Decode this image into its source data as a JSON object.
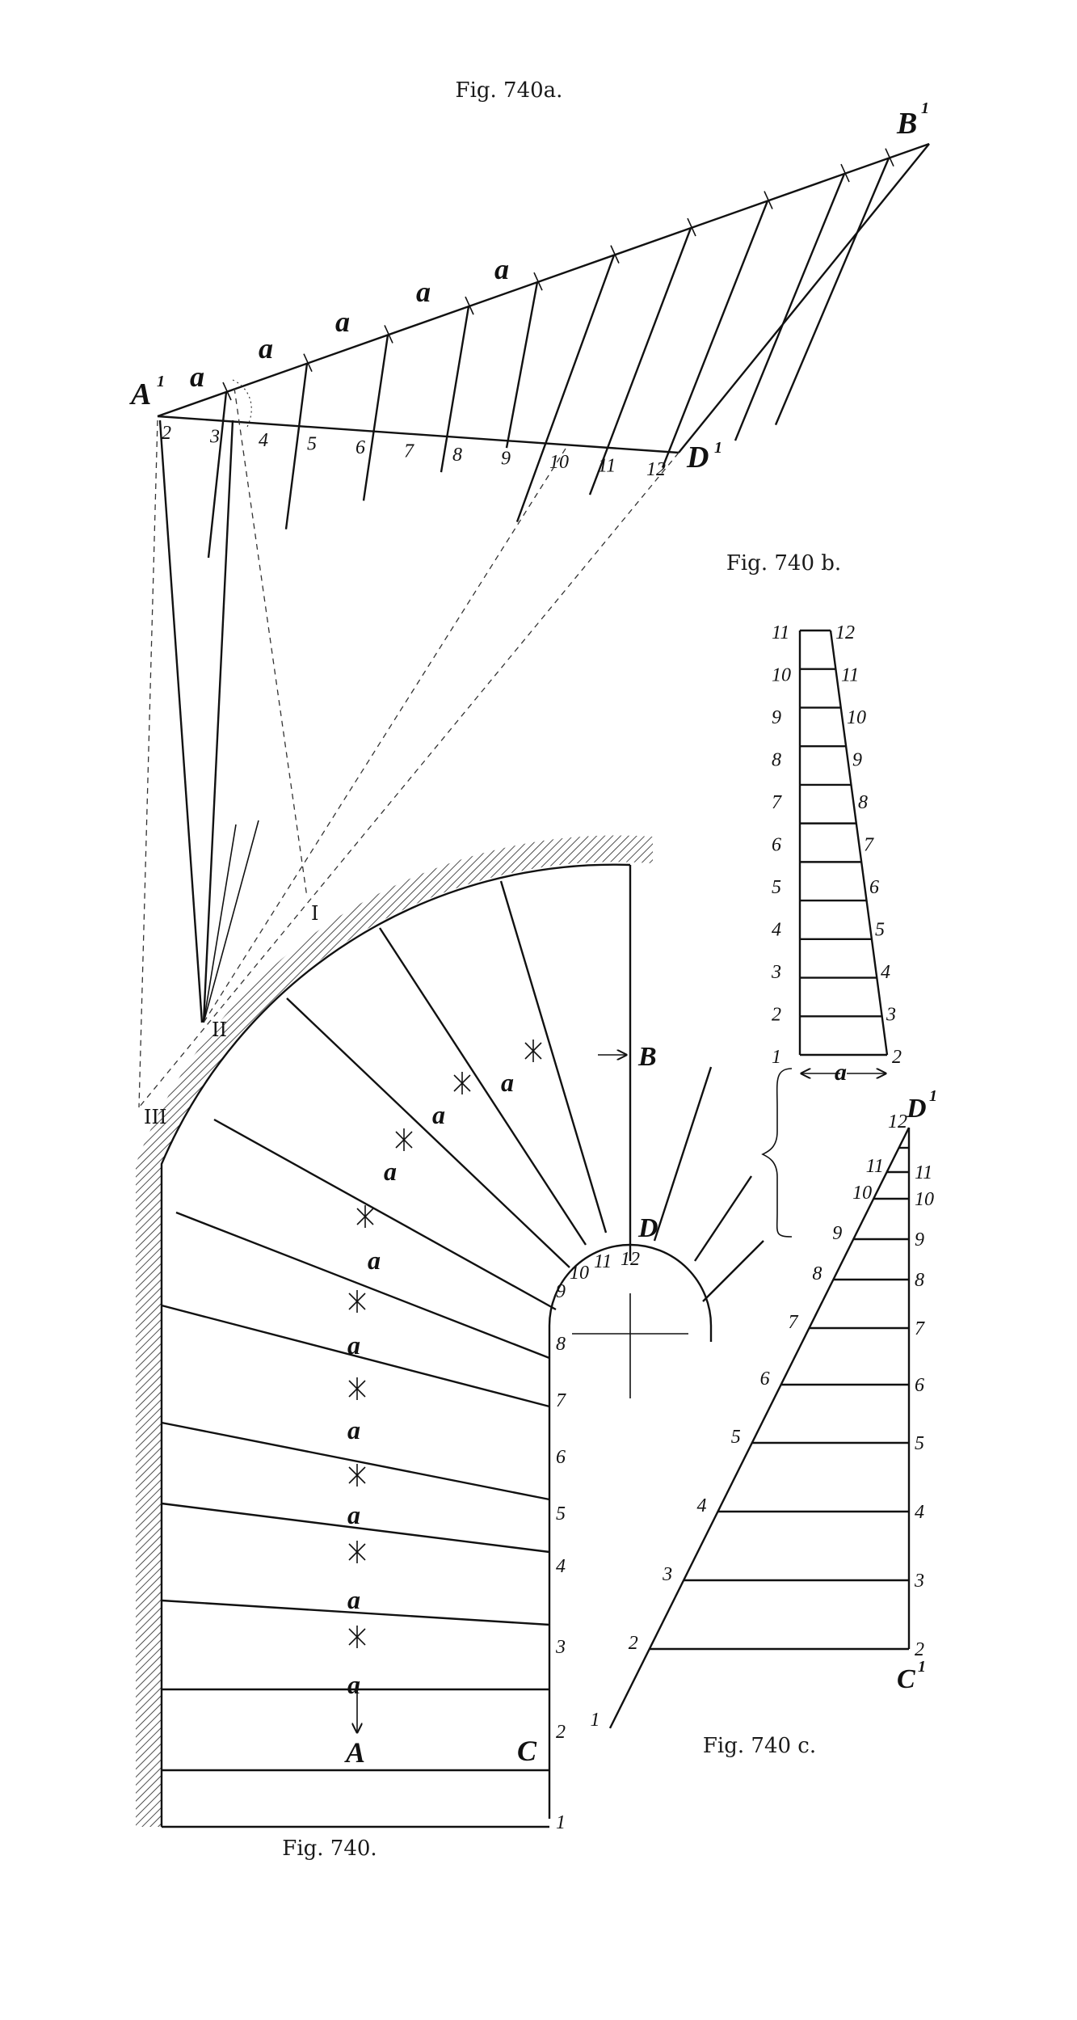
{
  "figures": {
    "fig_740a": {
      "caption": "Fig. 740a."
    },
    "fig_740b": {
      "caption": "Fig. 740 b."
    },
    "fig_740c": {
      "caption": "Fig. 740 c."
    },
    "fig_740": {
      "caption": "Fig. 740."
    }
  },
  "points": {
    "A1": "A",
    "B1": "B",
    "D1": "D",
    "A1_sup": "1",
    "B1_sup": "1",
    "D1_sup": "1",
    "A": "A",
    "B": "B",
    "C": "C",
    "D": "D",
    "C1": "C",
    "C1_sup": "1",
    "D1c": "D",
    "D1c_sup": "1",
    "I": "I",
    "II": "II",
    "III": "III"
  },
  "dimension_letter": "a",
  "fig_740a_numbers": [
    "2",
    "3",
    "4",
    "5",
    "6",
    "7",
    "8",
    "9",
    "10",
    "11",
    "12"
  ],
  "fig_740b_left": [
    "1",
    "2",
    "3",
    "4",
    "5",
    "6",
    "7",
    "8",
    "9",
    "10",
    "11"
  ],
  "fig_740b_right": [
    "2",
    "3",
    "4",
    "5",
    "6",
    "7",
    "8",
    "9",
    "10",
    "11",
    "12"
  ],
  "fig_740c_left": [
    "1",
    "2",
    "3",
    "4",
    "5",
    "6",
    "7",
    "8",
    "9",
    "10",
    "11",
    "12"
  ],
  "fig_740c_right": [
    "2",
    "3",
    "4",
    "5",
    "6",
    "7",
    "8",
    "9",
    "10",
    "11"
  ],
  "plan_right_numbers": [
    "1",
    "2",
    "3",
    "4",
    "5",
    "6",
    "7",
    "8",
    "9",
    "10",
    "11",
    "12"
  ]
}
